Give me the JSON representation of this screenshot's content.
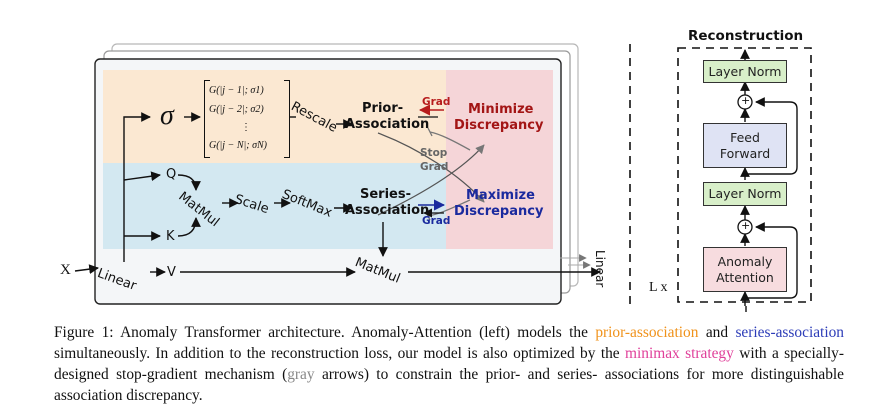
{
  "left": {
    "x_label": "X",
    "linear_label": "Linear",
    "q_label": "Q",
    "k_label": "K",
    "v_label": "V",
    "sigma_label": "σ",
    "matrix_rows": [
      "G(|j − 1|; σ1)",
      "G(|j − 2|; σ2)",
      "⋮",
      "G(|j − N|; σN)"
    ],
    "rescale_label": "Rescale",
    "prior_label_1": "Prior-",
    "prior_label_2": "Association",
    "series_label_1": "Series-",
    "series_label_2": "Association",
    "matmul_qk_label": "MatMul",
    "scale_label": "Scale",
    "softmax_label": "SoftMax",
    "matmul_v_label": "MatMul",
    "grad_top": "Grad",
    "grad_bottom": "Grad",
    "stop_grad_1": "Stop",
    "stop_grad_2": "Grad",
    "minimize_1": "Minimize",
    "minimize_2": "Discrepancy",
    "maximize_1": "Maximize",
    "maximize_2": "Discrepancy",
    "output_linear_label": "Linear",
    "colors": {
      "orange_region": "#fbe8d2",
      "blue_region": "#d3e8f1",
      "pink_region": "#f5d5d8",
      "minimize_text": "#a31515",
      "maximize_text": "#1a2a9e",
      "grad_red": "#b71c1c",
      "grad_blue": "#1a2a9e",
      "stop_gray": "#777777"
    }
  },
  "right": {
    "title": "Reconstruction",
    "layer_norm_top": "Layer Norm",
    "feed_forward_1": "Feed",
    "feed_forward_2": "Forward",
    "layer_norm_bottom": "Layer Norm",
    "anomaly_1": "Anomaly",
    "anomaly_2": "Attention",
    "plus_symbol": "+",
    "repeat_label": "L x",
    "colors": {
      "layer_norm": "#d8efc9",
      "feed_forward": "#dfe3f4",
      "anomaly_attention": "#f7dcdf"
    }
  },
  "caption": {
    "p1": "Figure 1: Anomaly Transformer architecture. Anomaly-Attention (left) models the ",
    "prior_link": "prior-association",
    "p2": " and ",
    "series_link": "series-association",
    "p3": " simultaneously. In addition to the reconstruction loss, our model is also optimized by the ",
    "minimax_link": "minimax strategy",
    "p4": " with a specially-designed stop-gradient mechanism (",
    "gray_link": "gray",
    "p5": " arrows) to constrain the prior- and series- associations for more distinguishable association discrepancy."
  }
}
